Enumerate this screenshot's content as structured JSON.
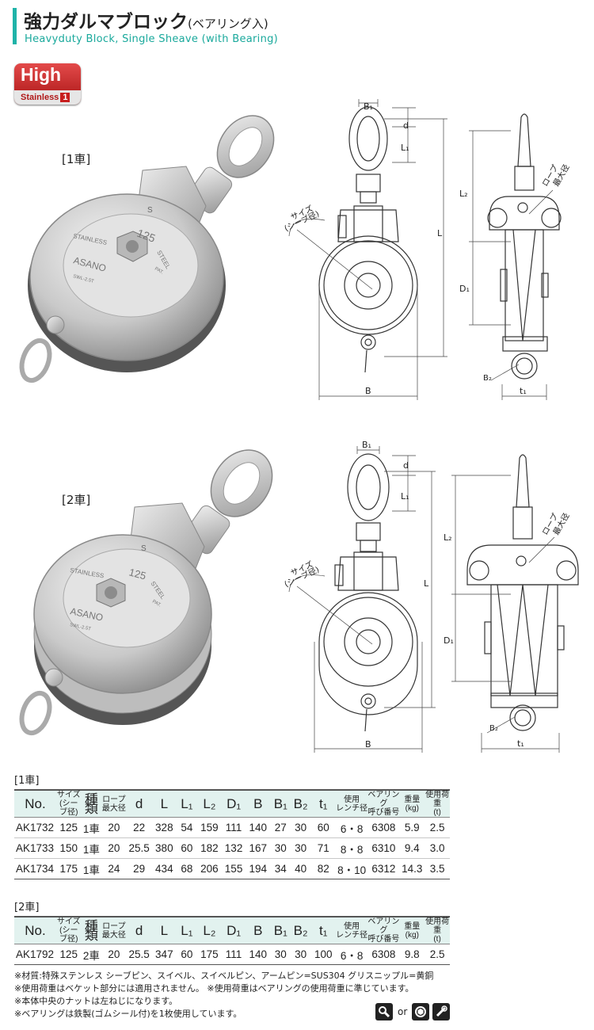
{
  "header": {
    "title_main": "強力ダルマブロック",
    "title_sub": "(ベアリング入)",
    "title_en": "Heavyduty Block, Single Sheave (with Bearing)"
  },
  "badge": {
    "line1": "High",
    "line2": "Stainless",
    "grade": "1"
  },
  "sections": [
    {
      "label": "[1車]"
    },
    {
      "label": "[2車]"
    }
  ],
  "photo_text": {
    "stainless": "STAINLESS",
    "size": "125",
    "steel": "STEEL",
    "brand": "ASANO",
    "swl": "SWL-2.5T",
    "pat": "PAT.",
    "mark": "S"
  },
  "drawing_labels": {
    "b1": "B₁",
    "d": "d",
    "l1": "L₁",
    "l2": "L₂",
    "l": "L",
    "d1": "D₁",
    "b": "B",
    "b2": "B₂",
    "t1": "t₁",
    "size_line1": "サイズ",
    "size_line2": "(シーブ径)",
    "rope_line1": "ロープ",
    "rope_line2": "最大径"
  },
  "table_header": {
    "no": "No.",
    "size": [
      "サイズ",
      "(シーブ径)"
    ],
    "type": "種類",
    "rope": [
      "ロープ",
      "最大径"
    ],
    "d": "d",
    "L": "L",
    "L1": "L₁",
    "L2": "L₂",
    "D1": "D₁",
    "B": "B",
    "B1": "B₁",
    "B2": "B₂",
    "t1": "t₁",
    "wrench": [
      "使用",
      "レンチ径"
    ],
    "bearing": [
      "ベアリング",
      "呼び番号"
    ],
    "weight": [
      "重量",
      "(kg)"
    ],
    "load": [
      "使用荷重",
      "(t)"
    ]
  },
  "tables": [
    {
      "caption": "[1車]",
      "rows": [
        [
          "AK1732",
          "125",
          "1車",
          "20",
          "22",
          "328",
          "54",
          "159",
          "111",
          "140",
          "27",
          "30",
          "60",
          "6・8",
          "6308",
          "5.9",
          "2.5"
        ],
        [
          "AK1733",
          "150",
          "1車",
          "20",
          "25.5",
          "380",
          "60",
          "182",
          "132",
          "167",
          "30",
          "30",
          "71",
          "8・8",
          "6310",
          "9.4",
          "3.0"
        ],
        [
          "AK1734",
          "175",
          "1車",
          "24",
          "29",
          "434",
          "68",
          "206",
          "155",
          "194",
          "34",
          "40",
          "82",
          "8・10",
          "6312",
          "14.3",
          "3.5"
        ]
      ]
    },
    {
      "caption": "[2車]",
      "rows": [
        [
          "AK1792",
          "125",
          "2車",
          "20",
          "25.5",
          "347",
          "60",
          "175",
          "111",
          "140",
          "30",
          "30",
          "100",
          "6・8",
          "6308",
          "9.8",
          "2.5"
        ]
      ]
    }
  ],
  "notes": [
    "※材質:特殊ステンレス シーブピン、スイベル、スイベルピン、アームピン=SUS304 グリスニップル=黄銅",
    "※使用荷重はベケット部分には適用されません。 ※使用荷重はベアリングの使用荷重に準じています。",
    "※本体中央のナットは左ねじになります。",
    "※ベアリングは鉄製(ゴムシール付)を1枚使用しています。"
  ],
  "tools": {
    "or": "or",
    "icons": [
      "wrench-icon",
      "socket-icon",
      "box-wrench-icon"
    ]
  },
  "colors": {
    "accent": "#1fb3a8",
    "accent_text": "#1aa99c",
    "table_header_bg": "#e2f2ef",
    "badge_red": "#c71e1e"
  }
}
